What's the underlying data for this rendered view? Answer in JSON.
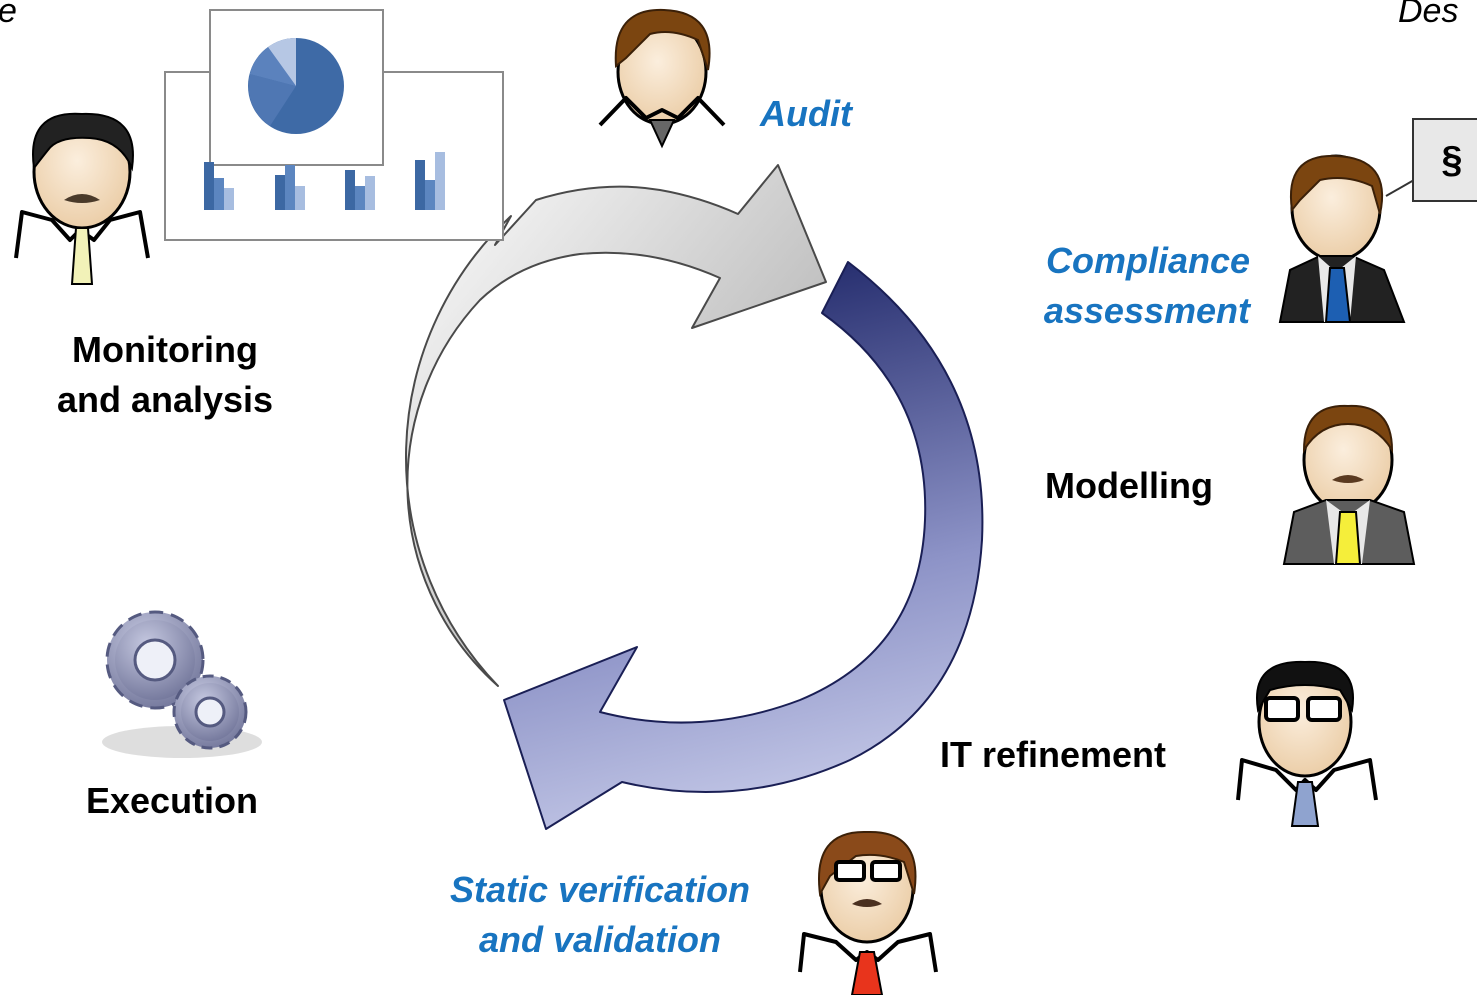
{
  "corners": {
    "left": "e",
    "right": "Des"
  },
  "labels": {
    "monitoring_line1": "Monitoring",
    "monitoring_line2": "and analysis",
    "audit": "Audit",
    "compliance_line1": "Compliance",
    "compliance_line2": "assessment",
    "modelling": "Modelling",
    "it_refinement": "IT refinement",
    "execution": "Execution",
    "static_line1": "Static verification",
    "static_line2": "and validation"
  },
  "speech_symbol": "§",
  "icons": [
    "person-icon",
    "pie-chart-icon",
    "bar-chart-icon",
    "gears-icon",
    "cycle-arrow-icon"
  ],
  "colors": {
    "highlight": "#1874c0",
    "grey_arrow": "#bdbdbd",
    "navy_arrow": "#2a3275",
    "chart_blue": "#3d6aa6"
  }
}
